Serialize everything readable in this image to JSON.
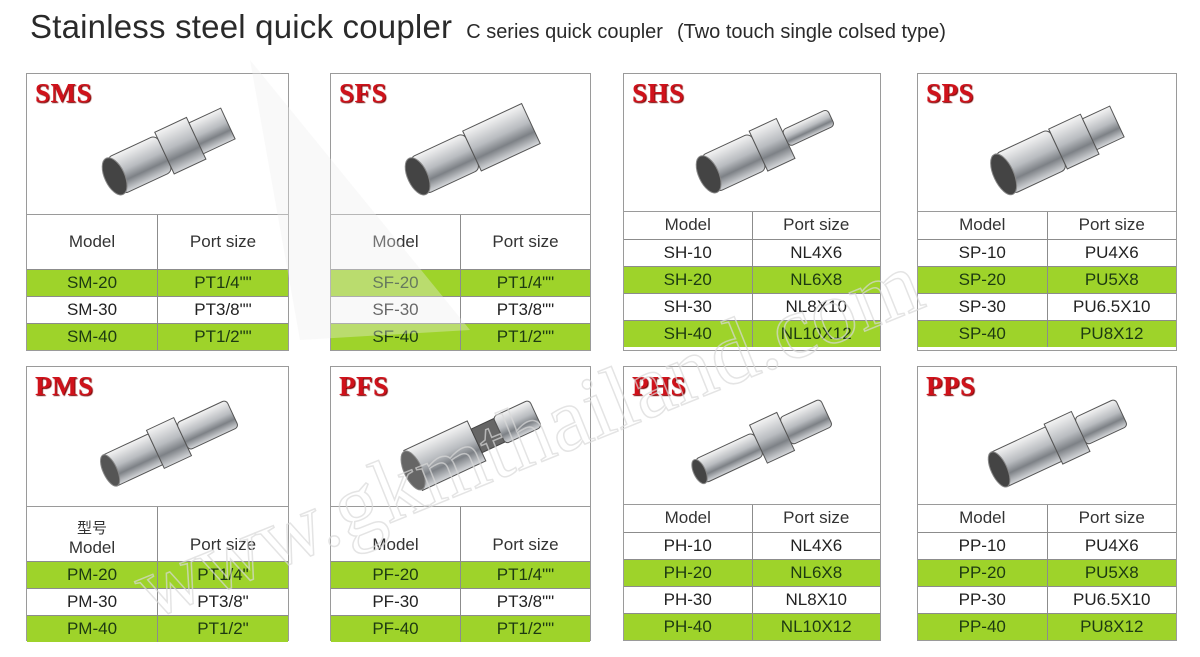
{
  "header": {
    "title": "Stainless steel quick coupler",
    "subtitle": "C series quick coupler",
    "note": "(Two touch single colsed type)"
  },
  "colors": {
    "code_red": "#d0121b",
    "row_green": "#9ed32a",
    "border_gray": "#9a9a9a"
  },
  "table_headers": {
    "model": "Model",
    "port_size": "Port size",
    "model_cn": "型号"
  },
  "cards": [
    {
      "code": "SMS",
      "icon": "female-socket-male-thread-icon",
      "rows": [
        {
          "model": "SM-20",
          "port": "PT1/4\"\"",
          "highlight": true
        },
        {
          "model": "SM-30",
          "port": "PT3/8\"\"",
          "highlight": false
        },
        {
          "model": "SM-40",
          "port": "PT1/2\"\"",
          "highlight": true
        }
      ]
    },
    {
      "code": "SFS",
      "icon": "female-socket-female-thread-icon",
      "rows": [
        {
          "model": "SF-20",
          "port": "PT1/4\"\"",
          "highlight": true
        },
        {
          "model": "SF-30",
          "port": "PT3/8\"\"",
          "highlight": false
        },
        {
          "model": "SF-40",
          "port": "PT1/2\"\"",
          "highlight": true
        }
      ]
    },
    {
      "code": "SHS",
      "icon": "female-socket-hose-barb-icon",
      "rows": [
        {
          "model": "SH-10",
          "port": "NL4X6",
          "highlight": false
        },
        {
          "model": "SH-20",
          "port": "NL6X8",
          "highlight": true
        },
        {
          "model": "SH-30",
          "port": "NL8X10",
          "highlight": false
        },
        {
          "model": "SH-40",
          "port": "NL10X12",
          "highlight": true
        }
      ]
    },
    {
      "code": "SPS",
      "icon": "female-socket-push-lock-icon",
      "rows": [
        {
          "model": "SP-10",
          "port": "PU4X6",
          "highlight": false
        },
        {
          "model": "SP-20",
          "port": "PU5X8",
          "highlight": true
        },
        {
          "model": "SP-30",
          "port": "PU6.5X10",
          "highlight": false
        },
        {
          "model": "SP-40",
          "port": "PU8X12",
          "highlight": true
        }
      ]
    },
    {
      "code": "PMS",
      "icon": "plug-male-thread-icon",
      "rows": [
        {
          "model": "PM-20",
          "port": "PT1/4\"",
          "highlight": true
        },
        {
          "model": "PM-30",
          "port": "PT3/8\"",
          "highlight": false
        },
        {
          "model": "PM-40",
          "port": "PT1/2\"",
          "highlight": true
        }
      ]
    },
    {
      "code": "PFS",
      "icon": "plug-female-thread-icon",
      "rows": [
        {
          "model": "PF-20",
          "port": "PT1/4\"\"",
          "highlight": true
        },
        {
          "model": "PF-30",
          "port": "PT3/8\"\"",
          "highlight": false
        },
        {
          "model": "PF-40",
          "port": "PT1/2\"\"",
          "highlight": true
        }
      ]
    },
    {
      "code": "PHS",
      "icon": "plug-hose-barb-icon",
      "rows": [
        {
          "model": "PH-10",
          "port": "NL4X6",
          "highlight": false
        },
        {
          "model": "PH-20",
          "port": "NL6X8",
          "highlight": true
        },
        {
          "model": "PH-30",
          "port": "NL8X10",
          "highlight": false
        },
        {
          "model": "PH-40",
          "port": "NL10X12",
          "highlight": true
        }
      ]
    },
    {
      "code": "PPS",
      "icon": "plug-push-lock-icon",
      "rows": [
        {
          "model": "PP-10",
          "port": "PU4X6",
          "highlight": false
        },
        {
          "model": "PP-20",
          "port": "PU5X8",
          "highlight": true
        },
        {
          "model": "PP-30",
          "port": "PU6.5X10",
          "highlight": false
        },
        {
          "model": "PP-40",
          "port": "PU8X12",
          "highlight": true
        }
      ]
    }
  ],
  "watermark": {
    "text": "www.gkmthailand.com"
  }
}
